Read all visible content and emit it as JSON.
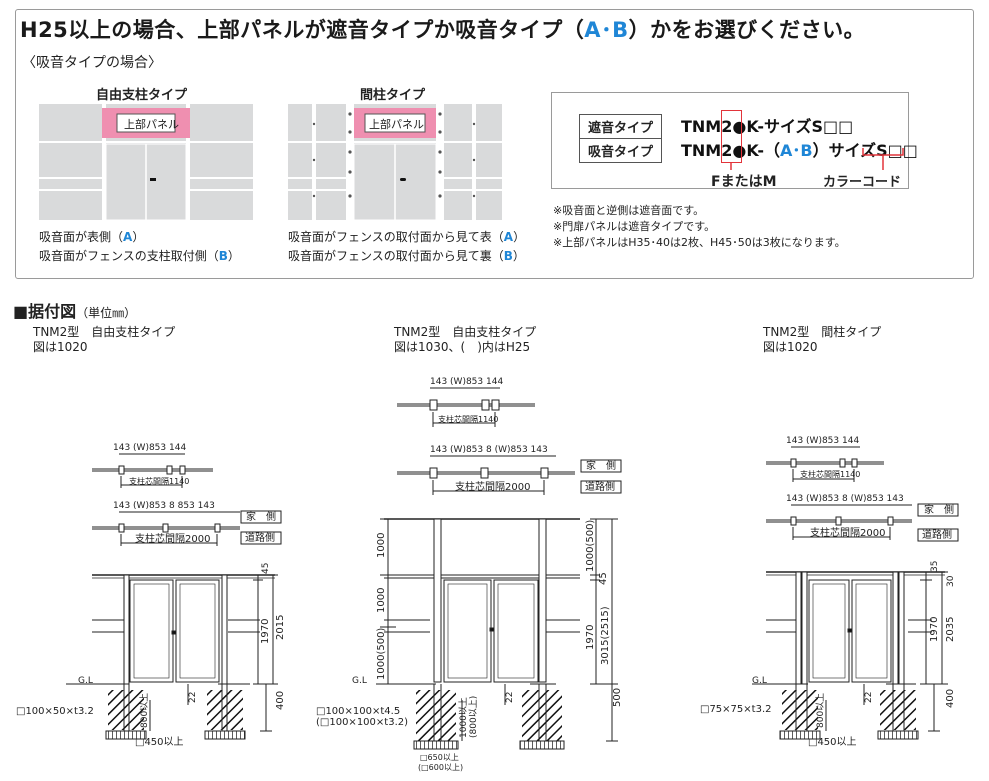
{
  "info_box": {
    "headline_pre": "H25以上の場合、上部パネルが遮音タイプか吸音タイプ（",
    "headline_a": "A",
    "headline_dot": "･",
    "headline_b": "B",
    "headline_post": "）かをお選びください。",
    "subhead": "〈吸音タイプの場合〉",
    "types": [
      {
        "title": "自由支柱タイプ",
        "panel_label": "上部パネル",
        "caption1_pre": "吸音面が表側（",
        "caption1_hl": "A",
        "caption1_post": "）",
        "caption2_pre": "吸音面がフェンスの支柱取付側（",
        "caption2_hl": "B",
        "caption2_post": "）"
      },
      {
        "title": "間柱タイプ",
        "panel_label": "上部パネル",
        "caption1_pre": "吸音面がフェンスの取付面から見て表（",
        "caption1_hl": "A",
        "caption1_post": "）",
        "caption2_pre": "吸音面がフェンスの取付面から見て裏（",
        "caption2_hl": "B",
        "caption2_post": "）"
      }
    ],
    "code": {
      "type1_label": "遮音タイプ",
      "type1_model_pre": "TNM2",
      "type1_model_mark": "●",
      "type1_model_post": "K-サイズS□□",
      "type2_label": "吸音タイプ",
      "type2_model_pre": "TNM2",
      "type2_model_mark": "●",
      "type2_model_mid": "K-（",
      "type2_a": "A",
      "type2_dot": "･",
      "type2_b": "B",
      "type2_model_post": "）サイズS□□",
      "fm_label": "FまたはM",
      "color_label": "カラーコード"
    },
    "notes": [
      "※吸音面と逆側は遮音面です。",
      "※門扉パネルは遮音タイプです。",
      "※上部パネルはH35･40は2枚、H45･50は3枚になります。"
    ]
  },
  "section": {
    "title": "■据付図",
    "unit": "（単位㎜）"
  },
  "drawings": [
    {
      "title1": "TNM2型　自由支柱タイプ",
      "title2": "図は1020",
      "plan1_dims": "143 (W)853 144",
      "plan1_span": "支柱芯間隔1140",
      "plan2_dims": "143 (W)853  8    853  143",
      "plan2_span": "支柱芯間隔2000",
      "house_side": "家　側",
      "road_side": "道路側",
      "dim_45": "45",
      "dim_1970": "1970",
      "dim_2015": "2015",
      "dim_400": "400",
      "dim_22": "22",
      "dim_800": "800以上",
      "gl": "G.L",
      "post_size": "□100×50×t3.2",
      "base_size": "□450以上"
    },
    {
      "title1": "TNM2型　自由支柱タイプ",
      "title2": "図は1030、(　)内はH25",
      "plan1_dims": "143 (W)853 144",
      "plan1_span": "支柱芯間隔1140",
      "plan2_dims": "143 (W)853  8  (W)853 143",
      "plan2_span": "支柱芯間隔2000",
      "house_side": "家　側",
      "road_side": "道路側",
      "dim_1000a": "1000",
      "dim_1000b": "1000",
      "dim_1000c": "1000(500)",
      "dim_1000r": "1000(500)",
      "dim_45": "45",
      "dim_3015": "3015(2515)",
      "dim_1970": "1970",
      "dim_500": "500",
      "dim_22": "22",
      "dim_1000d": "1000以上",
      "dim_800p": "(800以上)",
      "gl": "G.L",
      "post_size1": "□100×100×t4.5",
      "post_size2": "(□100×100×t3.2)",
      "base_size1": "□650以上",
      "base_size2": "(□600以上)"
    },
    {
      "title1": "TNM2型　間柱タイプ",
      "title2": "図は1020",
      "plan1_dims": "143 (W)853 144",
      "plan1_span": "支柱芯間隔1140",
      "plan2_dims": "143 (W)853  8  (W)853 143",
      "plan2_span": "支柱芯間隔2000",
      "house_side": "家　側",
      "road_side": "道路側",
      "dim_35": "35",
      "dim_30": "30",
      "dim_1970": "1970",
      "dim_2035": "2035",
      "dim_400": "400",
      "dim_22": "22",
      "dim_800": "800以上",
      "gl": "G.L",
      "post_size": "□75×75×t3.2",
      "base_size": "□450以上"
    }
  ],
  "colors": {
    "accent_blue": "#1f86d6",
    "panel_pink": "#ef8fb0",
    "highlight_red": "#e2343a",
    "panel_gray": "#d9dadb"
  }
}
